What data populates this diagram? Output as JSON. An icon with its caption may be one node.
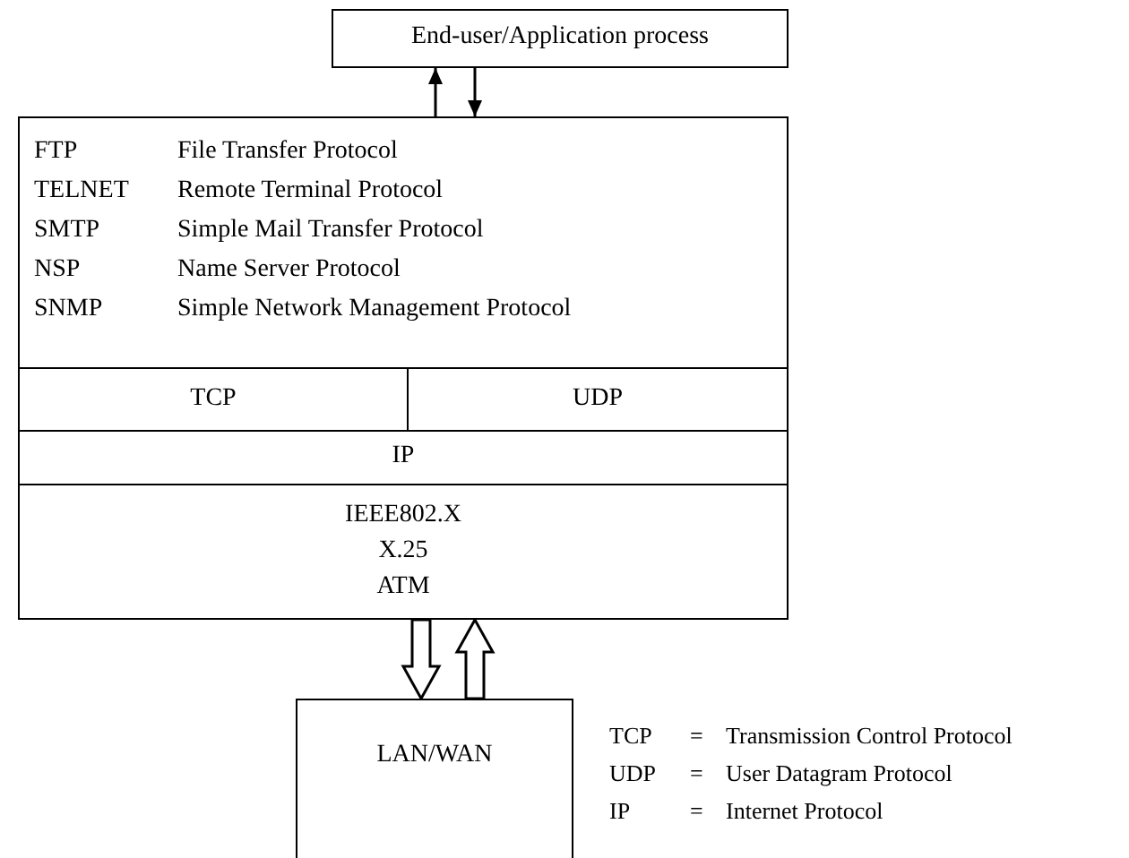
{
  "diagram": {
    "nodes": [
      {
        "text": [
          "End-user/Application process"
        ]
      },
      {
        "text": [
          "FTP",
          "File Transfer Protocol",
          "TELNET",
          "Remote Terminal Protocol",
          "SMTP",
          "Simple Mail Transfer Protocol",
          "NSP",
          "Name Server Protocol",
          "SNMP",
          "Simple Network Management Protocol"
        ]
      },
      {
        "text": [
          "TCP"
        ]
      },
      {
        "text": [
          "UDP"
        ]
      },
      {
        "text": [
          "IP"
        ]
      },
      {
        "text": [
          "IEEE802.X",
          "X.25",
          "ATM"
        ]
      },
      {
        "text": [
          "LAN/WAN"
        ]
      }
    ],
    "edges": [
      {
        "from": 1,
        "to": 0,
        "arrow": "to"
      },
      {
        "from": 0,
        "to": 1,
        "arrow": "to"
      },
      {
        "from": 5,
        "to": 6,
        "arrow": "to",
        "style": "thick"
      },
      {
        "from": 6,
        "to": 5,
        "arrow": "to",
        "style": "thick"
      }
    ],
    "labels": [
      "TCP",
      "=",
      "Transmission Control Protocol",
      "UDP",
      "=",
      "User Datagram Protocol",
      "IP",
      "=",
      "Internet Protocol"
    ]
  }
}
